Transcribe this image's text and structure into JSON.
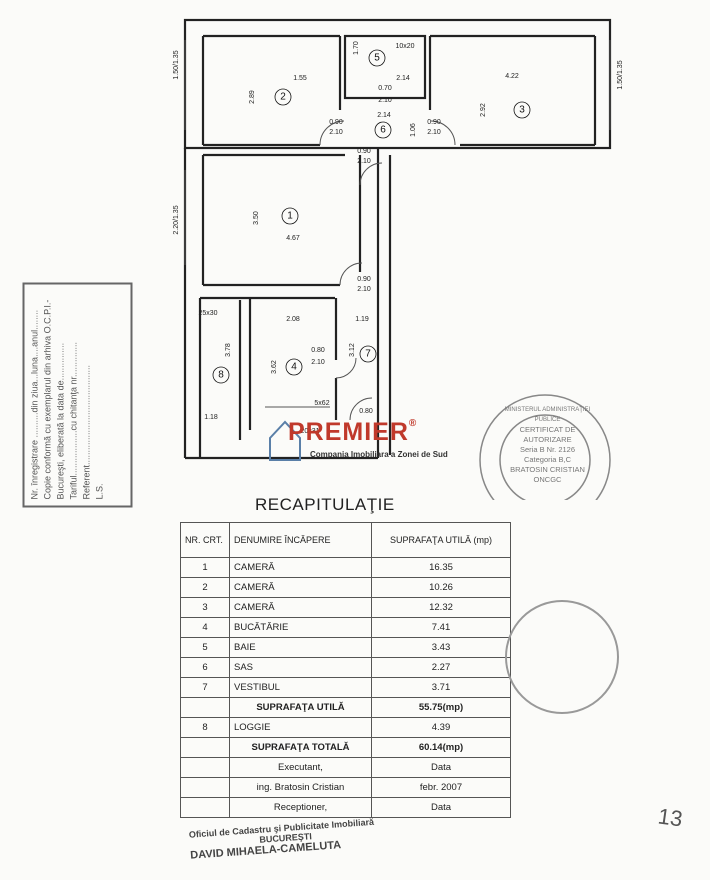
{
  "plan": {
    "rooms": [
      {
        "num": "1"
      },
      {
        "num": "2"
      },
      {
        "num": "3"
      },
      {
        "num": "4"
      },
      {
        "num": "5"
      },
      {
        "num": "6"
      },
      {
        "num": "7"
      },
      {
        "num": "8"
      }
    ],
    "dims": {
      "d1": "1.50/1.35",
      "d2": "1.50/1.35",
      "d3": "2.20/1.35",
      "d4": "1.55",
      "d5": "2.89",
      "d6": "1.70",
      "d7": "2.14",
      "d8": "4.22",
      "d9": "2.92",
      "d10": "0.70",
      "d11": "2.10",
      "d12": "0.90",
      "d13": "2.10",
      "d14": "2.14",
      "d15": "1.06",
      "d16": "0.90",
      "d17": "2.10",
      "d18": "0.90",
      "d19": "2.10",
      "d20": "3.50",
      "d21": "4.67",
      "d22": "0.90",
      "d23": "2.10",
      "d24": "25x30",
      "d25": "2.08",
      "d26": "1.19",
      "d27": "3.78",
      "d28": "3.62",
      "d29": "0.80",
      "d30": "2.10",
      "d31": "3.12",
      "d32": "1.18",
      "d33": "5x62",
      "d34": "20x31",
      "d35": "0.80",
      "d36": "10x20"
    }
  },
  "brand": {
    "name": "PREMIER",
    "reg": "®",
    "sub": "Compania Imobiliara a Zonei de Sud"
  },
  "side_stamp": {
    "l1": "Nr. înregistrare ..........din ziua...luna....anul........",
    "l2": "Copie conformă cu exemplarul din arhiva O.C.P.I.-",
    "l3": "Bucureşti, eliberată la data de...............",
    "l4": "Tariful..................cu chitanţa nr..............",
    "l5": "Referent........................................",
    "l6": "L.S."
  },
  "recap": {
    "title": "RECAPITULAŢIE",
    "header": {
      "nr": "NR. CRT.",
      "name": "DENUMIRE ÎNCĂPERE",
      "area": "SUPRAFAŢA UTILĂ (mp)"
    },
    "rows": [
      {
        "nr": "1",
        "name": "CAMERĂ",
        "area": "16.35"
      },
      {
        "nr": "2",
        "name": "CAMERĂ",
        "area": "10.26"
      },
      {
        "nr": "3",
        "name": "CAMERĂ",
        "area": "12.32"
      },
      {
        "nr": "4",
        "name": "BUCĂTĂRIE",
        "area": "7.41"
      },
      {
        "nr": "5",
        "name": "BAIE",
        "area": "3.43"
      },
      {
        "nr": "6",
        "name": "SAS",
        "area": "2.27"
      },
      {
        "nr": "7",
        "name": "VESTIBUL",
        "area": "3.71"
      }
    ],
    "util": {
      "label": "SUPRAFAŢA UTILĂ",
      "value": "55.75(mp)"
    },
    "loggia": {
      "nr": "8",
      "name": "LOGGIE",
      "area": "4.39"
    },
    "total": {
      "label": "SUPRAFAŢA TOTALĂ",
      "value": "60.14(mp)"
    },
    "executant": {
      "label": "Executant,",
      "date_label": "Data"
    },
    "engineer": {
      "name": "ing. Bratosin Cristian",
      "date": "febr. 2007"
    },
    "receptioner": {
      "label": "Receptioner,",
      "date_label": "Data"
    }
  },
  "stamps": {
    "ministry": "MINISTERUL ADMINISTRAŢIEI PUBLICE",
    "cert": "CERTIFICAT DE AUTORIZARE",
    "series": "Seria B Nr. 2126",
    "category": "Categoria B,C",
    "name": "BRATOSIN CRISTIAN",
    "org": "ONCGC"
  },
  "bottom_stamp": {
    "l1": "Oficiul de Cadastru şi Publicitate Imobiliară",
    "l2": "BUCUREŞTI",
    "l3": "DAVID MIHAELA-CAMELUTA"
  },
  "page_number": "13"
}
